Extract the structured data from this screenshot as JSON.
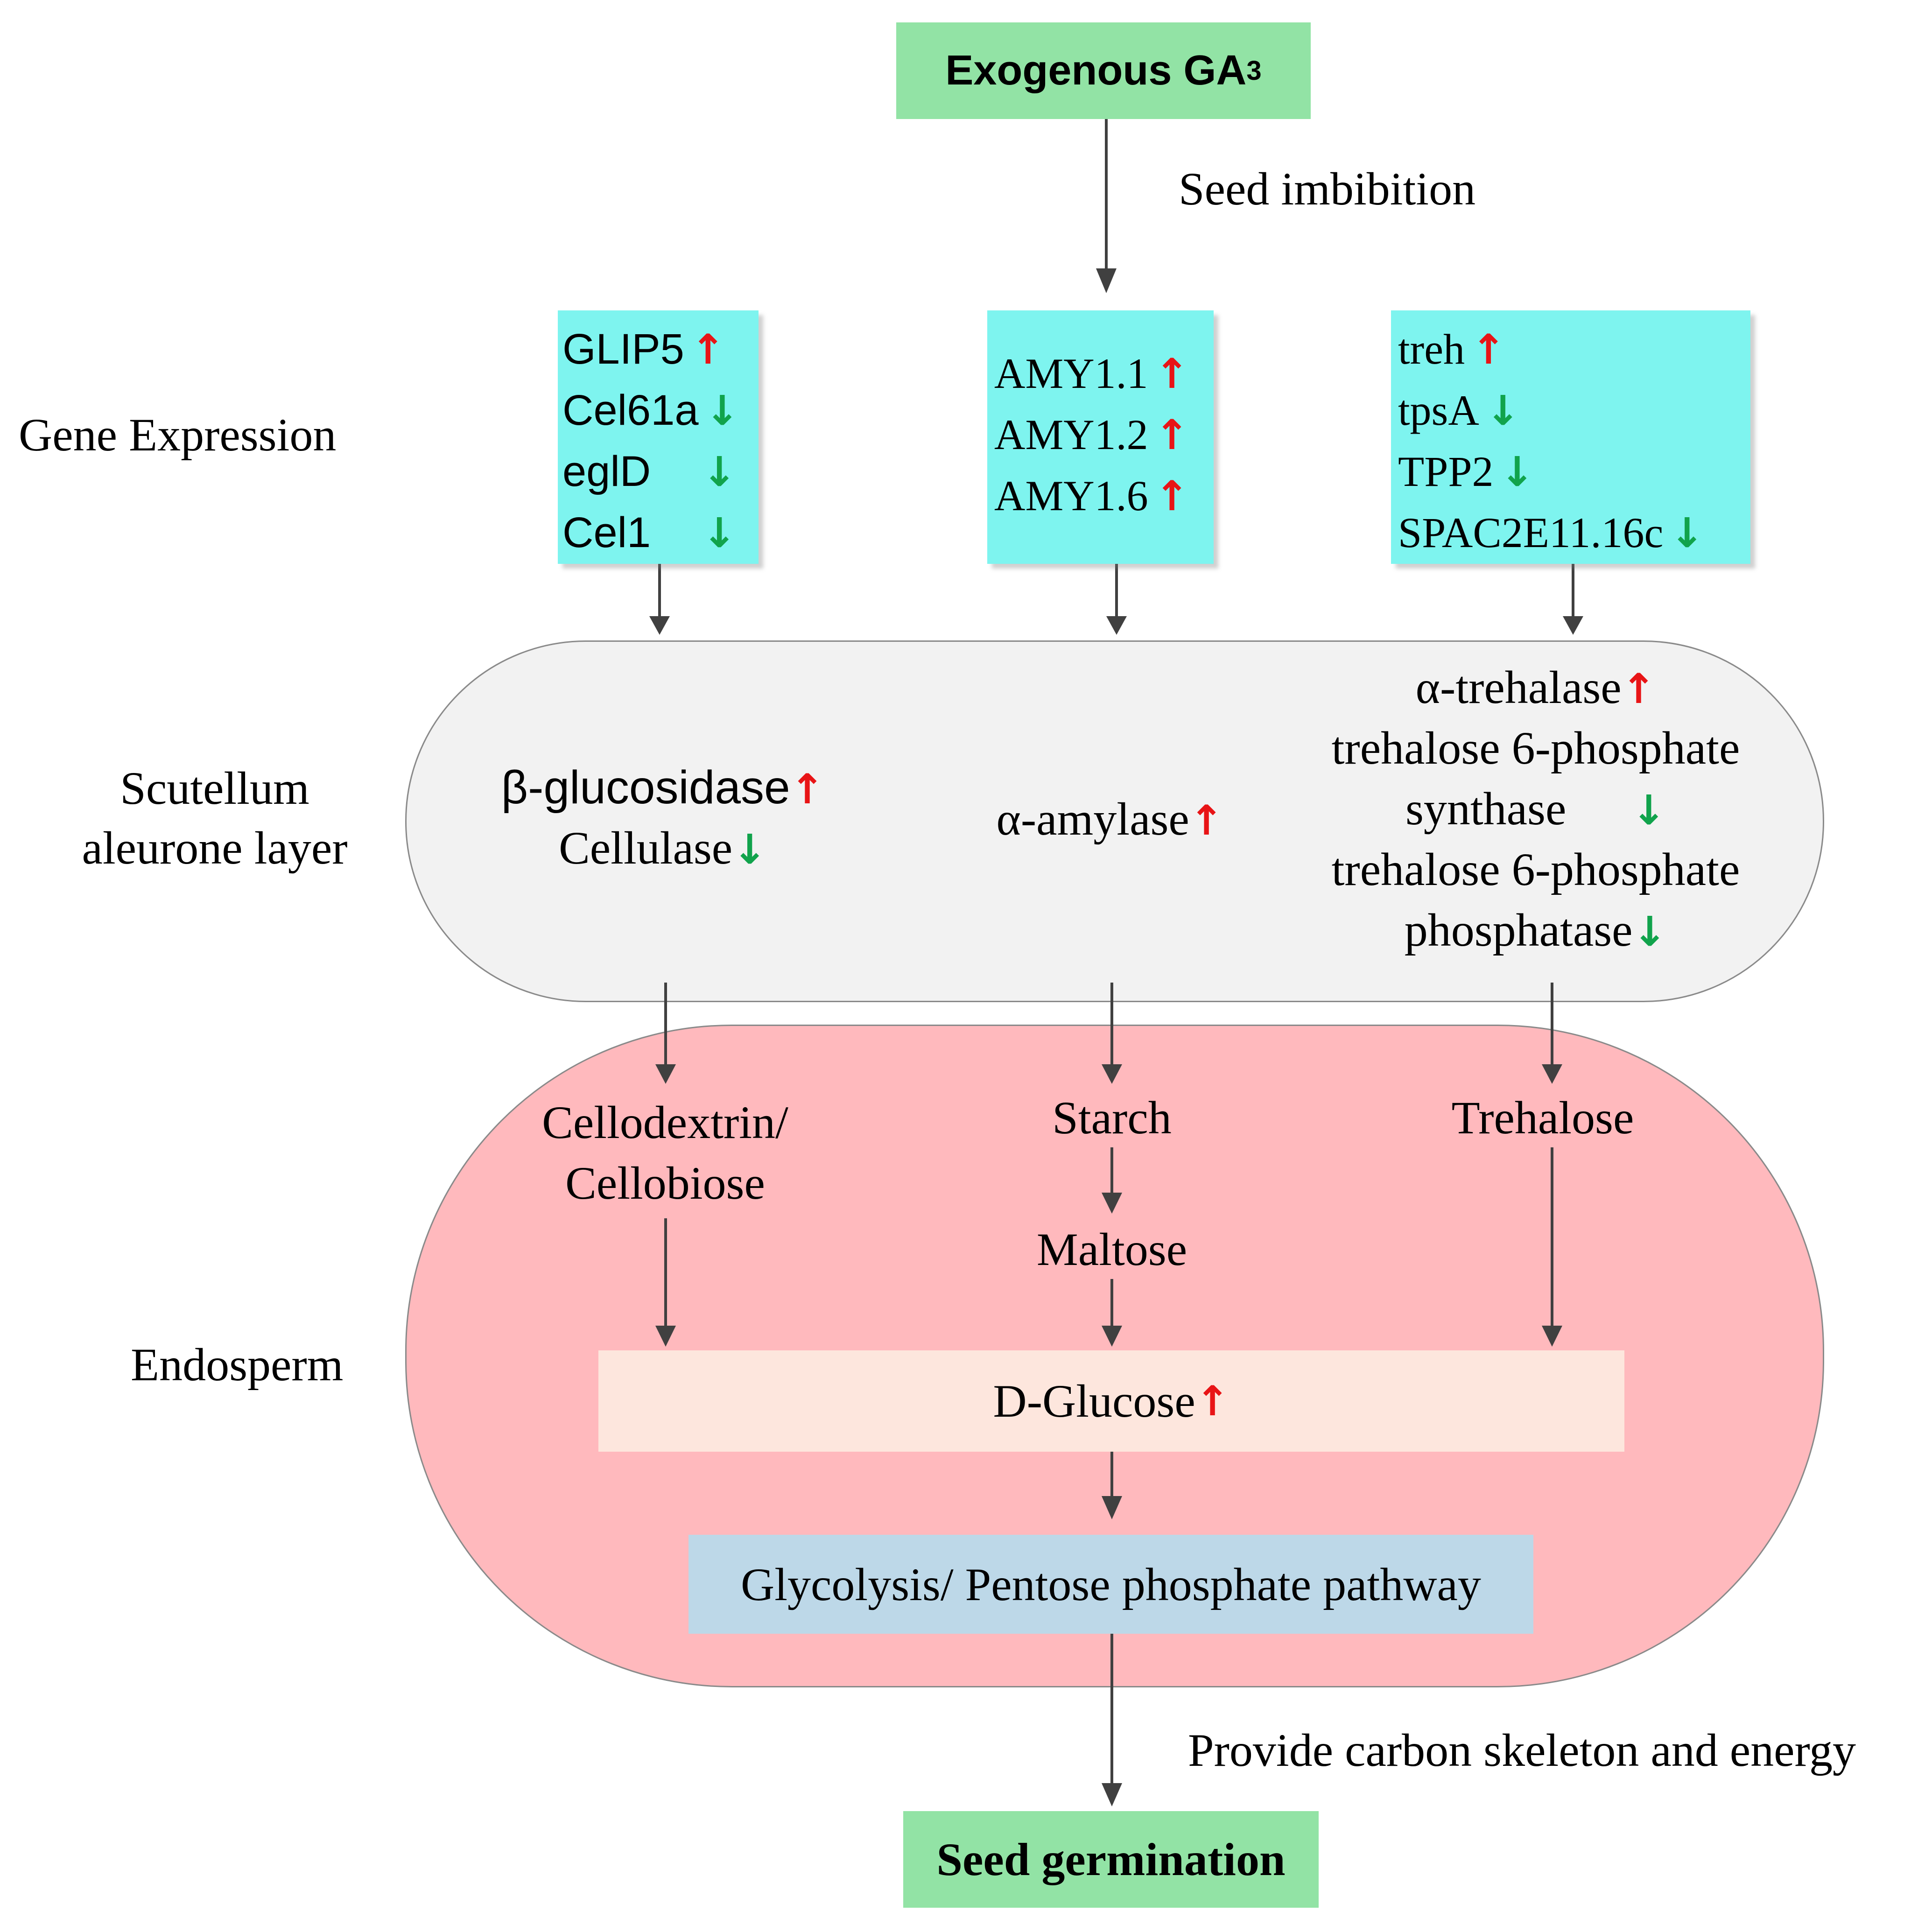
{
  "top_box": {
    "text": "Exogenous GA",
    "subscript": "3"
  },
  "step_label": "Seed imbibition",
  "row_labels": {
    "gene_expression": "Gene Expression",
    "scutellum": [
      "Scutellum",
      "aleurone layer"
    ],
    "endosperm": "Endosperm"
  },
  "gene_boxes": [
    {
      "genes": [
        {
          "name": "GLIP5",
          "trend": "up"
        },
        {
          "name": "Cel61a",
          "trend": "down"
        },
        {
          "name": "eglD",
          "trend": "down"
        },
        {
          "name": "Cel1",
          "trend": "down"
        }
      ]
    },
    {
      "genes": [
        {
          "name": "AMY1.1",
          "trend": "up"
        },
        {
          "name": "AMY1.2",
          "trend": "up"
        },
        {
          "name": "AMY1.6",
          "trend": "up"
        }
      ]
    },
    {
      "genes": [
        {
          "name": "treh",
          "trend": "up"
        },
        {
          "name": "tpsA",
          "trend": "down"
        },
        {
          "name": "TPP2",
          "trend": "down"
        },
        {
          "name": "SPAC2E11.16c",
          "trend": "down"
        }
      ]
    }
  ],
  "enzymes": {
    "beta_glucosidase": {
      "text": "β-glucosidase",
      "trend": "up"
    },
    "cellulase": {
      "text": "Cellulase",
      "trend": "down"
    },
    "alpha_amylase": {
      "text": "α-amylase",
      "trend": "up"
    },
    "alpha_trehalase": {
      "text": "α-trehalase",
      "trend": "up"
    },
    "tps_line1": "trehalose 6-phosphate",
    "tps_line2": {
      "text": "synthase",
      "trend": "down"
    },
    "tpp_line1": "trehalose 6-phosphate",
    "tpp_line2": {
      "text": "phosphatase",
      "trend": "down"
    }
  },
  "endosperm": {
    "cellodextrin": [
      "Cellodextrin/",
      "Cellobiose"
    ],
    "starch": "Starch",
    "maltose": "Maltose",
    "trehalose": "Trehalose",
    "glucose": {
      "text": "D-Glucose",
      "trend": "up"
    },
    "glycolysis": "Glycolysis/ Pentose phosphate pathway"
  },
  "energy_label": "Provide carbon skeleton and energy",
  "bottom_box": "Seed germination",
  "colors": {
    "green_box": "#92e3a5",
    "gene_box": "#7ef4ef",
    "scutellum_fill": "#f2f2f2",
    "endosperm_fill": "#ffb9bd",
    "glucose_box": "#fde6dd",
    "glycolysis_box": "#bdd8e8",
    "arrow_up": "#e81416",
    "arrow_down": "#11a34c",
    "connector": "#404040"
  }
}
